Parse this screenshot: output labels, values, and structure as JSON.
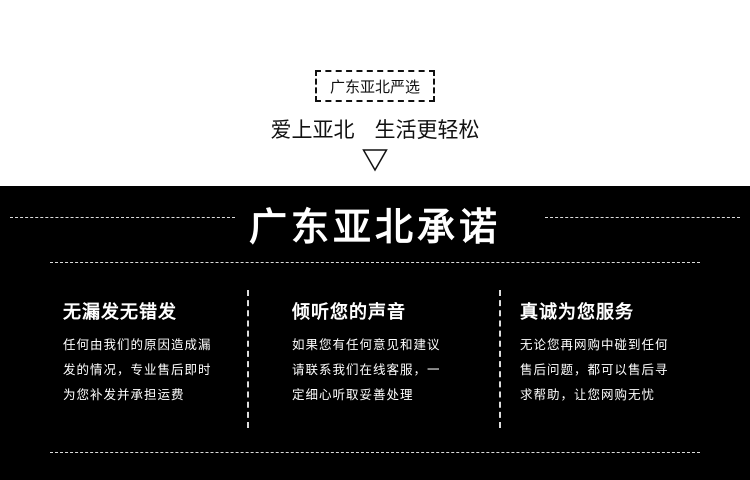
{
  "header": {
    "tag": "广东亚北严选",
    "slogan": "爱上亚北   生活更轻松"
  },
  "promise": {
    "title": "广东亚北承诺",
    "columns": [
      {
        "heading": "无漏发无错发",
        "lines": [
          "任何由我们的原因造成漏",
          "发的情况，专业售后即时",
          "为您补发并承担运费"
        ]
      },
      {
        "heading": "倾听您的声音",
        "lines": [
          "如果您有任何意见和建议",
          "请联系我们在线客服，一",
          "定细心听取妥善处理"
        ]
      },
      {
        "heading": "真诚为您服务",
        "lines": [
          "无论您再网购中碰到任何",
          "售后问题，都可以售后寻",
          "求帮助，让您网购无忧"
        ]
      }
    ]
  }
}
